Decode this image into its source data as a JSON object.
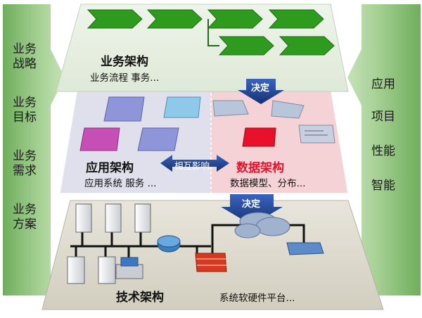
{
  "left_column": {
    "items": [
      {
        "line1": "业务",
        "line2": "战略"
      },
      {
        "line1": "业务",
        "line2": "目标"
      },
      {
        "line1": "业务",
        "line2": "需求"
      },
      {
        "line1": "业务",
        "line2": "方案"
      }
    ]
  },
  "right_column": {
    "items": [
      "应用",
      "项目",
      "性能",
      "智能"
    ]
  },
  "layers": {
    "business": {
      "title": "业务架构",
      "subtitle": "业务流程   事务..."
    },
    "application": {
      "title": "应用架构",
      "subtitle": "应用系统   服务 ..."
    },
    "data": {
      "title": "数据架构",
      "subtitle": "数据模型、分布..."
    },
    "technology": {
      "title": "技术架构",
      "subtitle": "系统软硬件平台..."
    }
  },
  "arrows": {
    "decide_top": "决定",
    "mutual": "相互影响",
    "decide_bottom": "决定"
  },
  "colors": {
    "side_green": "#8fbf7a",
    "flow_green": "#2e9a1e",
    "data_title_red": "#e8102a",
    "arrow_blue": "#1e3f8f"
  }
}
